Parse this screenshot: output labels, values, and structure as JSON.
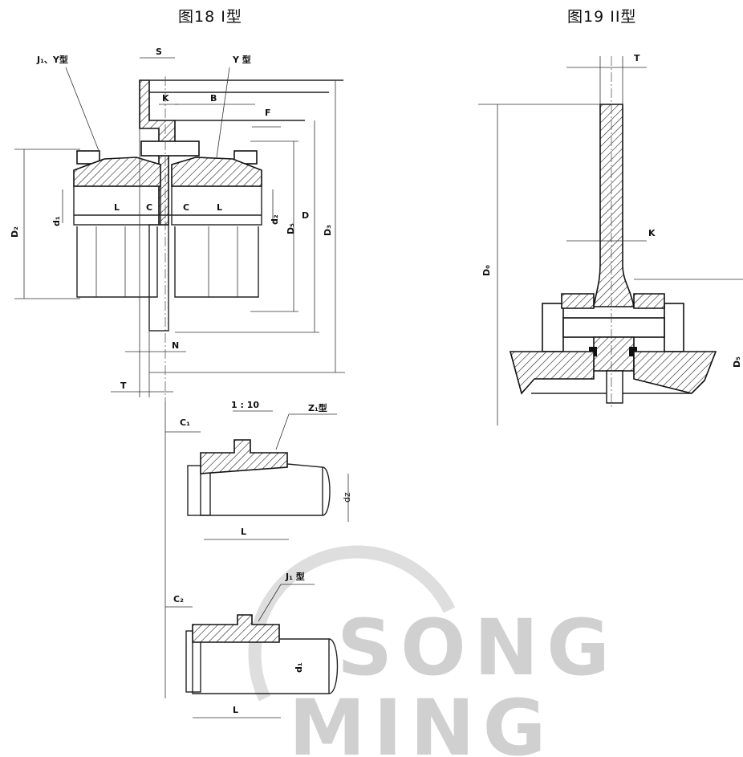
{
  "titles": {
    "fig18": "图18  I型",
    "fig19": "图19  II型"
  },
  "fig18_labels": {
    "j1y": "J₁、Y型",
    "s": "S",
    "y": "Y 型",
    "k": "K",
    "b": "B",
    "f": "F",
    "d2": "D₂",
    "d1": "d₁",
    "l_left": "L",
    "c_left": "C",
    "c_right": "C",
    "l_right": "L",
    "dz": "d₂",
    "ds": "D₅",
    "d": "D",
    "d3": "D₃",
    "n": "N",
    "t": "T",
    "ratio": "1 : 10",
    "z1": "Z₁型",
    "c1": "C₁",
    "l_z1": "L",
    "dz_z1": "dz",
    "j1": "J₁ 型",
    "c2": "C₂",
    "d1_j1": "d₁",
    "l_j1": "L"
  },
  "fig19_labels": {
    "t": "T",
    "k": "K",
    "d0": "D₀",
    "ds": "D₅"
  },
  "watermark": {
    "line1": "SONG",
    "line2": "MING"
  }
}
